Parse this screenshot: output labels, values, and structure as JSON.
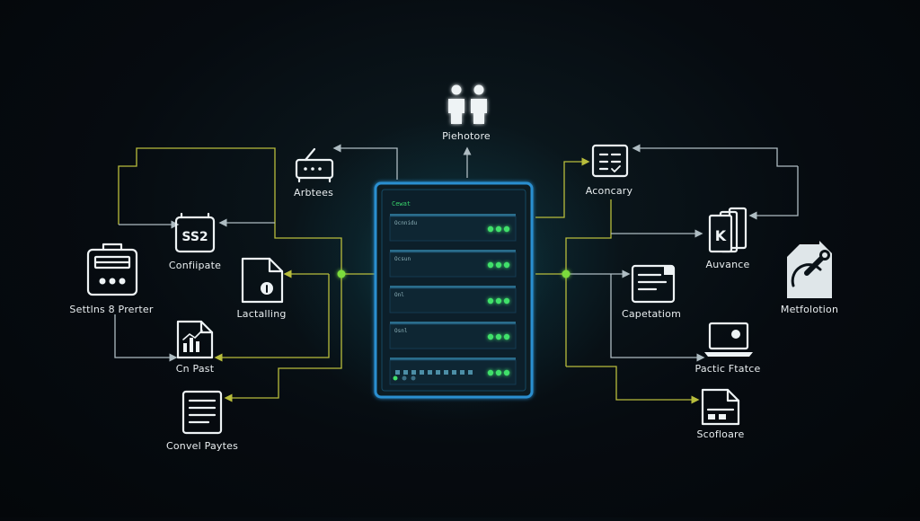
{
  "diagram": {
    "server": {
      "title": "Cewat",
      "slots": [
        "Ocnnidu",
        "Ocsun",
        "Onl",
        "Osnl",
        ""
      ]
    },
    "nodes": [
      {
        "id": "people",
        "label": "Piehotore",
        "icon": "people-icon"
      },
      {
        "id": "router",
        "label": "Arbtees",
        "icon": "router-icon"
      },
      {
        "id": "document-ssl",
        "label": "Confiipate",
        "icon": "ssl-document-icon",
        "icon_text": "SS2"
      },
      {
        "id": "printer",
        "label": "Settlns 8 Prerter",
        "icon": "printer-icon"
      },
      {
        "id": "file-info",
        "label": "Lactalling",
        "icon": "file-info-icon"
      },
      {
        "id": "chart-doc",
        "label": "Cn Past",
        "icon": "chart-document-icon"
      },
      {
        "id": "notes-doc",
        "label": "Convel Paytes",
        "icon": "notes-document-icon"
      },
      {
        "id": "accuracy",
        "label": "Aconcary",
        "icon": "checklist-icon"
      },
      {
        "id": "advance",
        "label": "Auvance",
        "icon": "book-icon",
        "icon_text": "K"
      },
      {
        "id": "capitation",
        "label": "Capetatiom",
        "icon": "document-window-icon"
      },
      {
        "id": "laptop",
        "label": "Pactic Ftatce",
        "icon": "laptop-icon"
      },
      {
        "id": "scofloare",
        "label": "Scofloare",
        "icon": "storage-document-icon"
      },
      {
        "id": "metfolotion",
        "label": "Metfolotion",
        "icon": "wrench-document-icon"
      }
    ]
  },
  "colors": {
    "background": "#060b10",
    "server_border": "#2b8fd0",
    "server_glow": "#1ec8c8",
    "line_yellow": "#b8bd3c",
    "line_white": "#aebcc2",
    "junction_green": "#7bdc3c",
    "led_green": "#3fe06a",
    "icon": "#eef3f5"
  }
}
